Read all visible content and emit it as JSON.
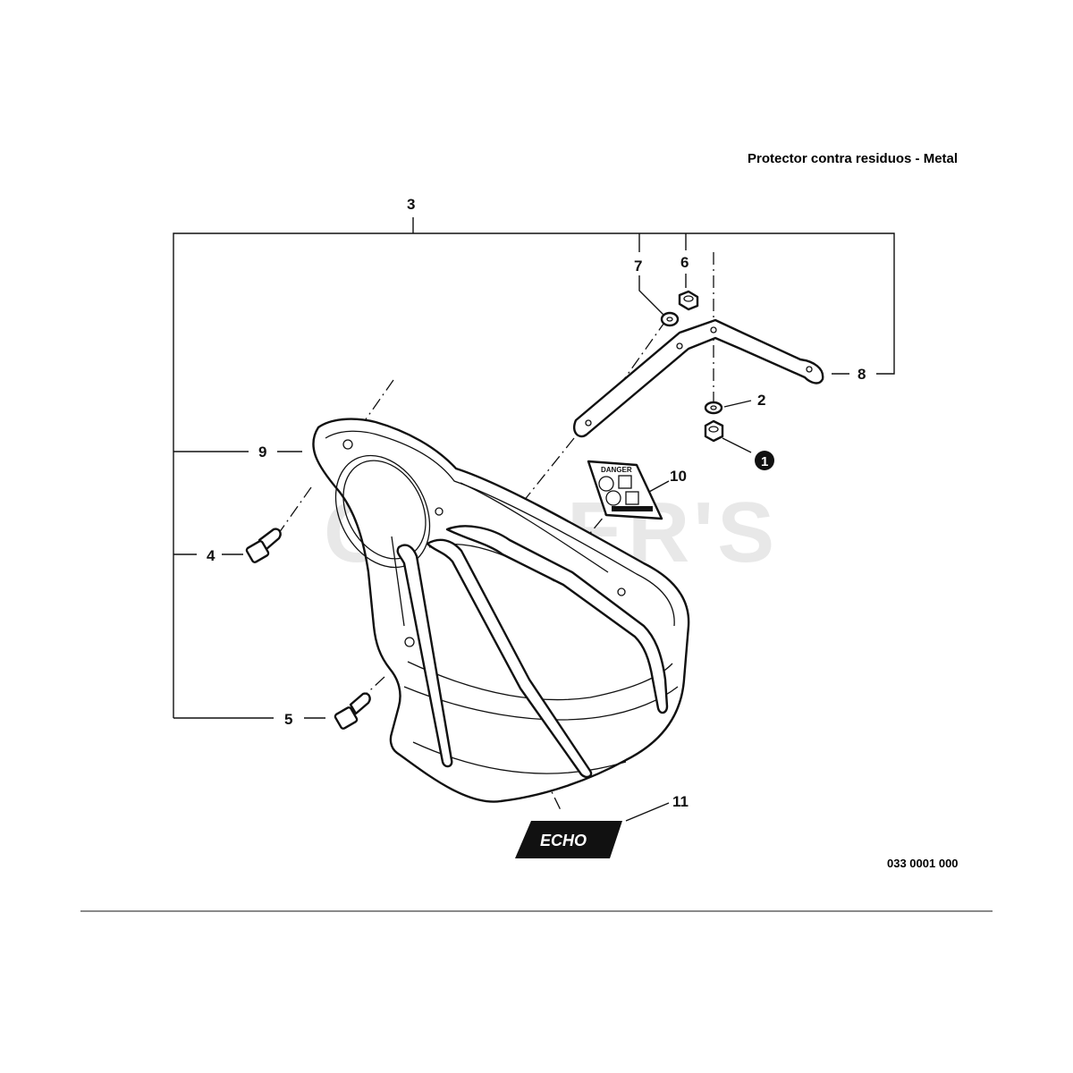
{
  "header": {
    "title": "Protector contra residuos - Metal"
  },
  "drawing_number": "033 0001 000",
  "watermark": "CUTLER'S",
  "callouts": {
    "c1": "1",
    "c2": "2",
    "c3": "3",
    "c4": "4",
    "c5": "5",
    "c6": "6",
    "c7": "7",
    "c8": "8",
    "c9": "9",
    "c10": "10",
    "c11": "11"
  },
  "decal_danger": {
    "heading": "DANGER"
  },
  "decal_brand": {
    "text": "ECHO"
  },
  "colors": {
    "line": "#111111",
    "watermark": "#d9d9d9",
    "background": "#ffffff"
  }
}
